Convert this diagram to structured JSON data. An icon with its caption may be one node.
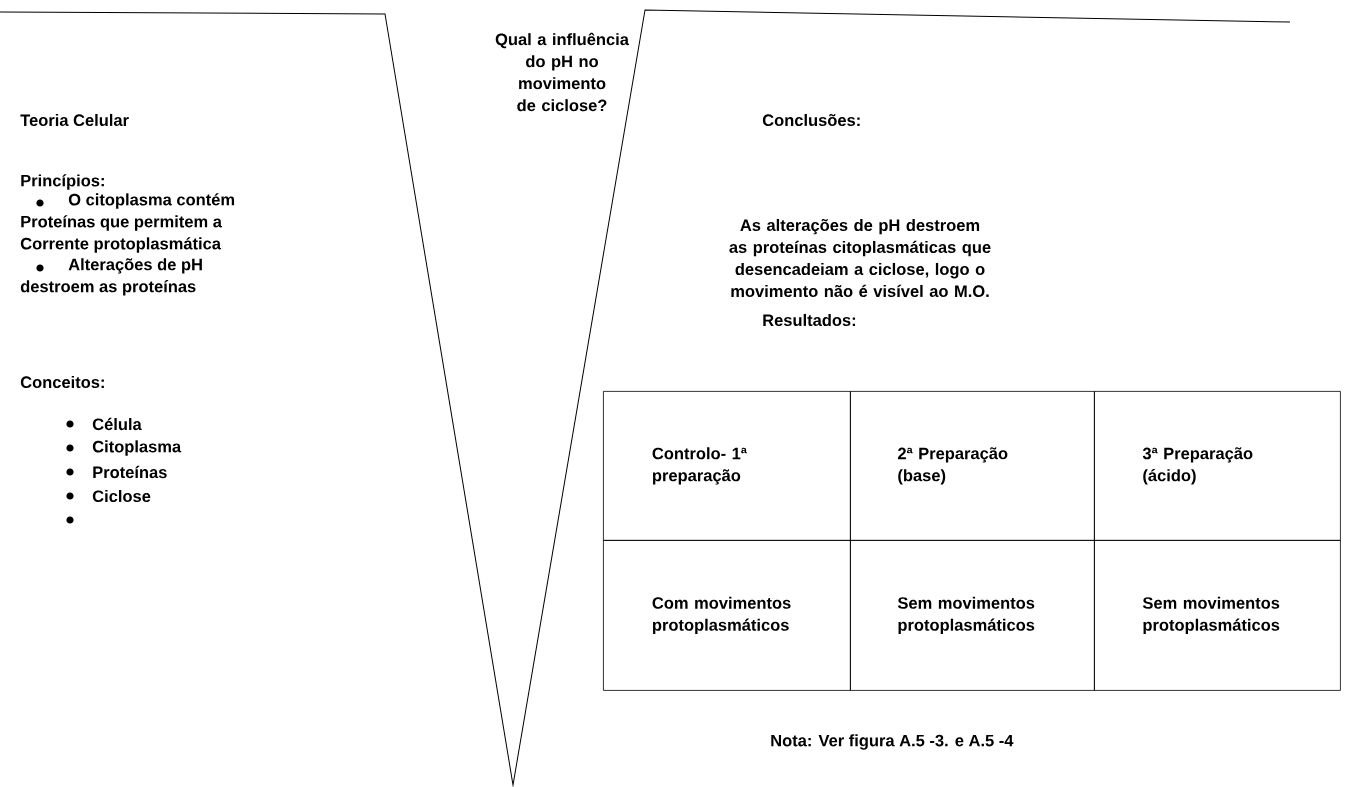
{
  "diagram": {
    "labels": [
      "Teoria Celular",
      "Qual a influência do pH no movimento de ciclose?",
      "Conclusões:",
      "Princípios:",
      "O citoplasma contém Proteínas que permitem a Corrente protoplasmática",
      "Alterações de pH destroem as proteínas",
      "Conceitos:",
      "Célula",
      "Citoplasma",
      "Proteínas",
      "Ciclose",
      "As alterações de pH destroem as proteínas citoplasmáticas que desencadeiam a ciclose, logo o movimento não é visível ao M.O.",
      "Resultados:",
      "Controlo- 1ª preparação",
      "2ª Preparação (base)",
      "3ª Preparação (ácido)",
      "Com movimentos protoplasmáticos",
      "Sem movimentos protoplasmáticos",
      "Sem movimentos protoplasmáticos",
      "Nota: Ver figura A.5 -3. e A.5 -4"
    ]
  }
}
